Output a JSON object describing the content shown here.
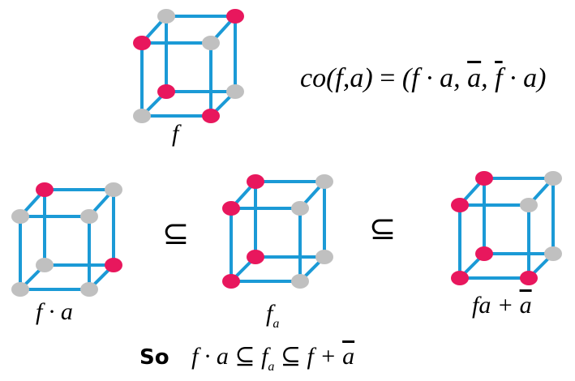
{
  "colors": {
    "edge": "#1b9ad6",
    "on": "#e8175d",
    "off": "#c0c0c0"
  },
  "cubes": [
    {
      "id": "f",
      "label": "f",
      "vertices": [
        "off",
        "on",
        "on",
        "off",
        "on",
        "off",
        "off",
        "on"
      ]
    },
    {
      "id": "f-dot-a",
      "label": "f·a",
      "vertices": [
        "on",
        "off",
        "off",
        "off",
        "off",
        "on",
        "off",
        "off"
      ]
    },
    {
      "id": "fa",
      "label": "f_a",
      "vertices": [
        "on",
        "off",
        "on",
        "off",
        "on",
        "off",
        "on",
        "off"
      ]
    },
    {
      "id": "fa-plus-abar",
      "label": "fa + ā",
      "vertices": [
        "on",
        "off",
        "on",
        "off",
        "on",
        "off",
        "on",
        "on"
      ]
    }
  ],
  "equation": {
    "lhs": "co(f,a)",
    "equals": "=",
    "rhs_open": "(f · a, ",
    "abar": "a",
    "comma": ", ",
    "fbar": "f",
    "rhs_close": " · a)"
  },
  "labels": {
    "f": "f",
    "f_dot_a": "f · a",
    "fa_base": "f",
    "fa_sub": "a",
    "sum_fa": "fa + ",
    "sum_abar": "a"
  },
  "subset_symbols": [
    "⊆",
    "⊆"
  ],
  "conclusion": {
    "so": "So",
    "expr_part1": "f · a ⊆ f",
    "expr_sub": "a",
    "expr_part2": " ⊆ f + ",
    "expr_abar": "a"
  }
}
